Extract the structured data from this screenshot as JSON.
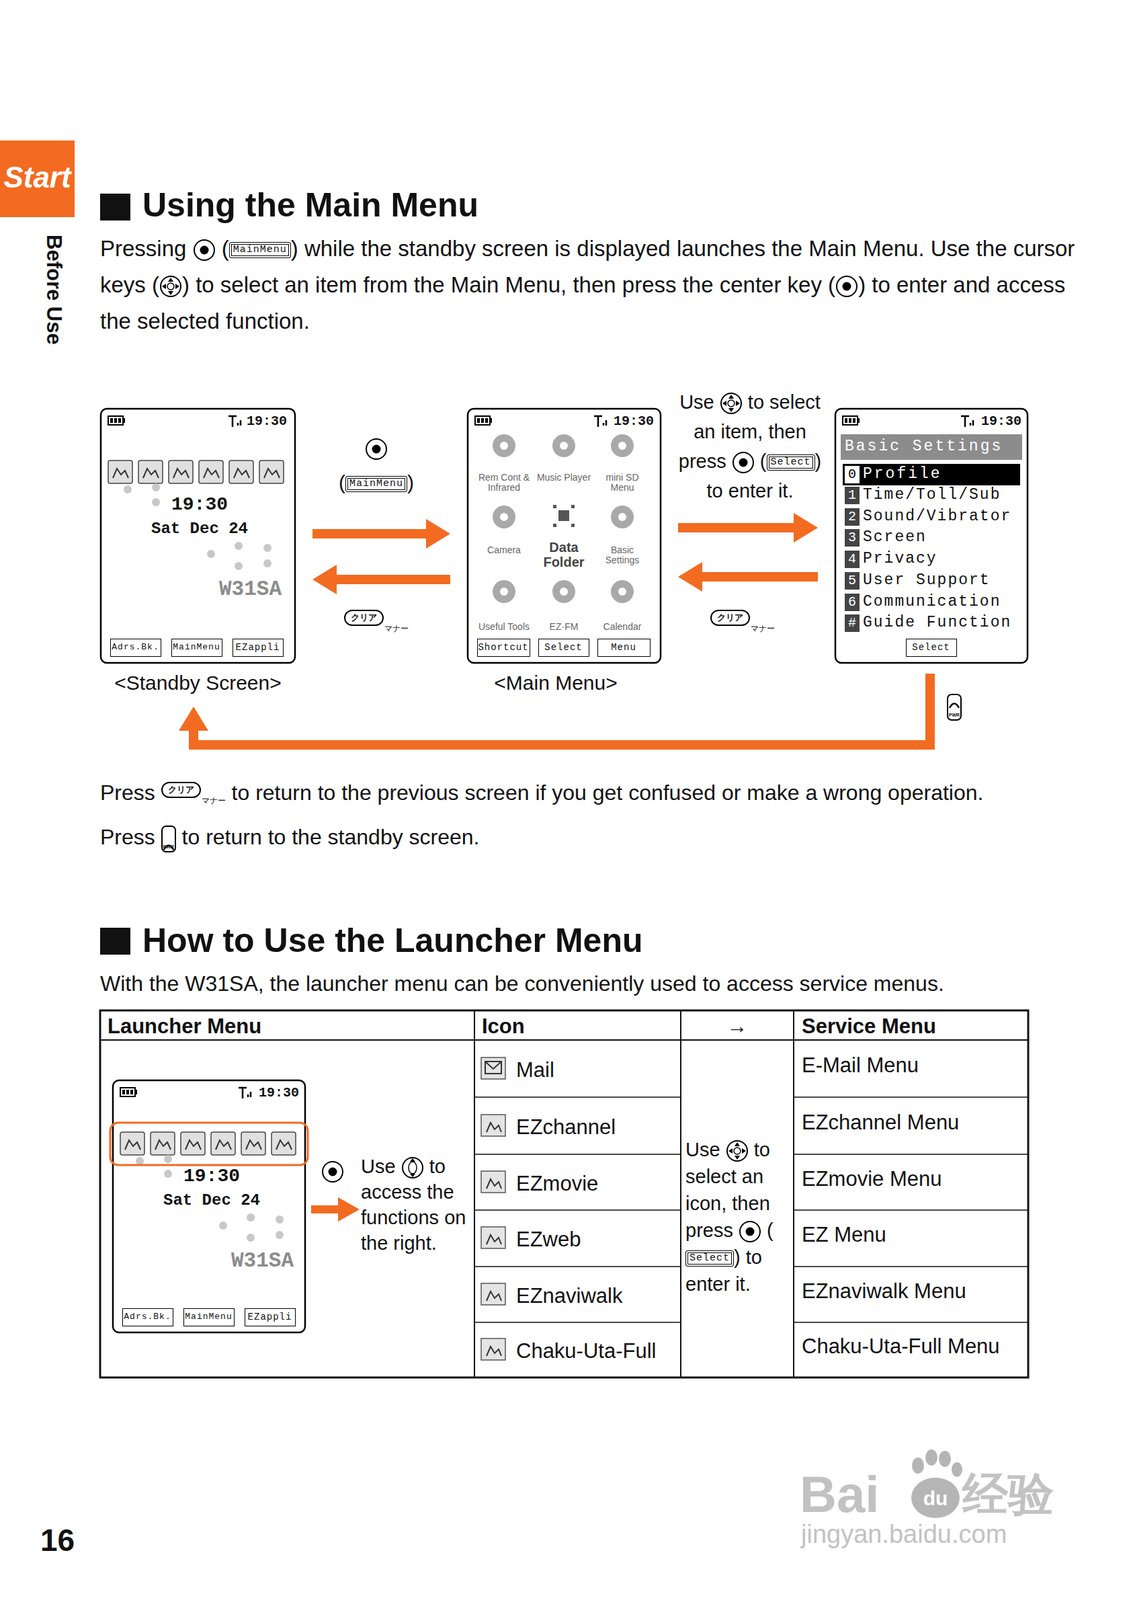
{
  "diagram": {
    "title": "Using the Main Menu",
    "nodes": [
      {
        "text": [
          "<Standby Screen>",
          "19:30",
          "19:30",
          "Sat Dec 24",
          "W31SA"
        ]
      },
      {
        "text": [
          "Adrs.Bk."
        ],
        "in": 0
      },
      {
        "text": [
          "MainMenu"
        ],
        "in": 0
      },
      {
        "text": [
          "EZappli"
        ],
        "in": 0
      },
      {
        "text": [
          "<Main Menu>",
          "19:30",
          "Rem Cont & Infrared",
          "Music Player",
          "mini SD Menu",
          "Camera",
          "Data Folder",
          "Basic Settings",
          "Useful Tools",
          "EZ·FM",
          "Calendar"
        ]
      },
      {
        "text": [
          "Shortcut"
        ],
        "in": 4
      },
      {
        "text": [
          "Select"
        ],
        "in": 4
      },
      {
        "text": [
          "Menu"
        ],
        "in": 4
      },
      {
        "text": [
          "19:30",
          "1",
          "Time/Toll/Sub",
          "2",
          "Sound/Vibrator",
          "3",
          "Screen",
          "4",
          "Privacy",
          "5",
          "User Support",
          "6",
          "Communication",
          "#",
          "Guide Function"
        ]
      },
      {
        "text": [
          "Basic Settings"
        ],
        "in": 8
      },
      {
        "text": [
          "0",
          "Profile"
        ],
        "in": 8
      },
      {
        "text": [
          "Select"
        ],
        "in": 8
      },
      {
        "text": [
          "19:30",
          "19:30",
          "Sat Dec 24",
          "W31SA"
        ]
      },
      {
        "text": [
          "Adrs.Bk."
        ],
        "in": 12
      },
      {
        "text": [
          "MainMenu"
        ],
        "in": 12
      },
      {
        "text": [
          "EZappli"
        ],
        "in": 12
      }
    ],
    "edges": [
      {
        "from": 0,
        "to": 4,
        "arrow": "to"
      },
      {
        "from": 4,
        "to": 0,
        "arrow": "to"
      },
      {
        "from": 4,
        "to": 8,
        "arrow": "to"
      },
      {
        "from": 8,
        "to": 4,
        "arrow": "to"
      },
      {
        "from": 8,
        "to": 0,
        "arrow": "to"
      }
    ],
    "labels": [
      "Start",
      "Before Use",
      "Pressing",
      "(",
      "MainMenu",
      ") while the standby screen is displayed launches the Main Menu. Use the cursor keys (",
      ") to select an item from the Main Menu, then press the center key (",
      ") to enter and access the selected function.",
      "(",
      "MainMenu",
      ")",
      "クリア",
      "マナー",
      "Use",
      "to select",
      "an item, then",
      "press",
      "(",
      "Select",
      ")",
      "to enter it.",
      "クリア",
      "マナー",
      "PWR",
      "Press",
      "クリア",
      "マナー",
      "to return to the previous screen if you get confused or make a wrong operation.",
      "Press",
      "PWR",
      "to return to the standby screen.",
      "How to Use the Launcher Menu",
      "With the W31SA, the launcher menu can be conveniently used to access service menus.",
      "Launcher Menu",
      "Icon",
      "→",
      "Service Menu",
      "Use",
      "to",
      "access the functions on the right.",
      "Mail",
      "EZchannel",
      "EZmovie",
      "EZweb",
      "EZnaviwalk",
      "Chaku-Uta-Full",
      "Use",
      "to select an icon, then press",
      "(",
      "Select",
      ")",
      "to enter it.",
      "E-Mail Menu",
      "EZchannel Menu",
      "EZmovie Menu",
      "EZ Menu",
      "EZnaviwalk Menu",
      "Chaku-Uta-Full Menu",
      "16",
      "Bai",
      "du",
      "经验",
      "jingyan.baidu.com"
    ]
  }
}
